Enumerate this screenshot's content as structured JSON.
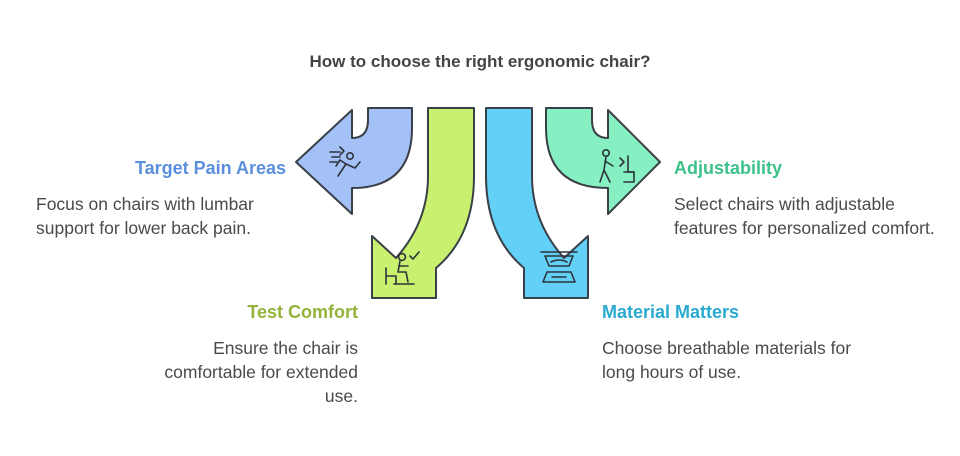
{
  "title": "How to choose the right ergonomic chair?",
  "items": [
    {
      "label": "Target Pain Areas",
      "description": "Focus on chairs with lumbar support for lower back pain.",
      "color": "#5b8fdc",
      "fill": "#a3c0f7",
      "icon": "reclining-person-icon"
    },
    {
      "label": "Test Comfort",
      "description": "Ensure the chair is comfortable for extended use.",
      "color": "#93b43a",
      "fill": "#c9f06e",
      "icon": "seated-person-check-icon"
    },
    {
      "label": "Material Matters",
      "description": "Choose breathable materials for long hours of use.",
      "color": "#2aaad0",
      "fill": "#63d0f8",
      "icon": "fabric-material-icon"
    },
    {
      "label": "Adjustability",
      "description": "Select chairs with adjustable features for personalized comfort.",
      "color": "#3cc28a",
      "fill": "#86f0c3",
      "icon": "person-adjust-chair-icon"
    }
  ]
}
